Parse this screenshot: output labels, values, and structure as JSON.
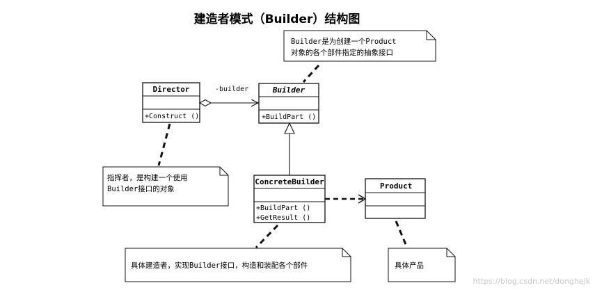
{
  "title": "建造者模式（Builder）结构图",
  "classes": {
    "director": {
      "name": "Director",
      "operations": [
        "+Construct ()"
      ]
    },
    "builder": {
      "name": "Builder",
      "operations": [
        "+BuildPart ()"
      ]
    },
    "concrete_builder": {
      "name": "ConcreteBuilder",
      "operations": [
        "+BuildPart ()",
        "+GetResult ()"
      ]
    },
    "product": {
      "name": "Product",
      "operations": []
    }
  },
  "association_label": "-builder",
  "notes": {
    "builder_note": [
      "Builder是为创建一个Product",
      "对象的各个部件指定的抽象接口"
    ],
    "director_note": [
      "指挥者，是构建一个使用",
      "Builder接口的对象"
    ],
    "concrete_note": [
      "具体建造者，实现Builder接口，构造和装配各个部件"
    ],
    "product_note": [
      "具体产品"
    ]
  },
  "watermark": "https://blog.csdn.net/donghejk"
}
